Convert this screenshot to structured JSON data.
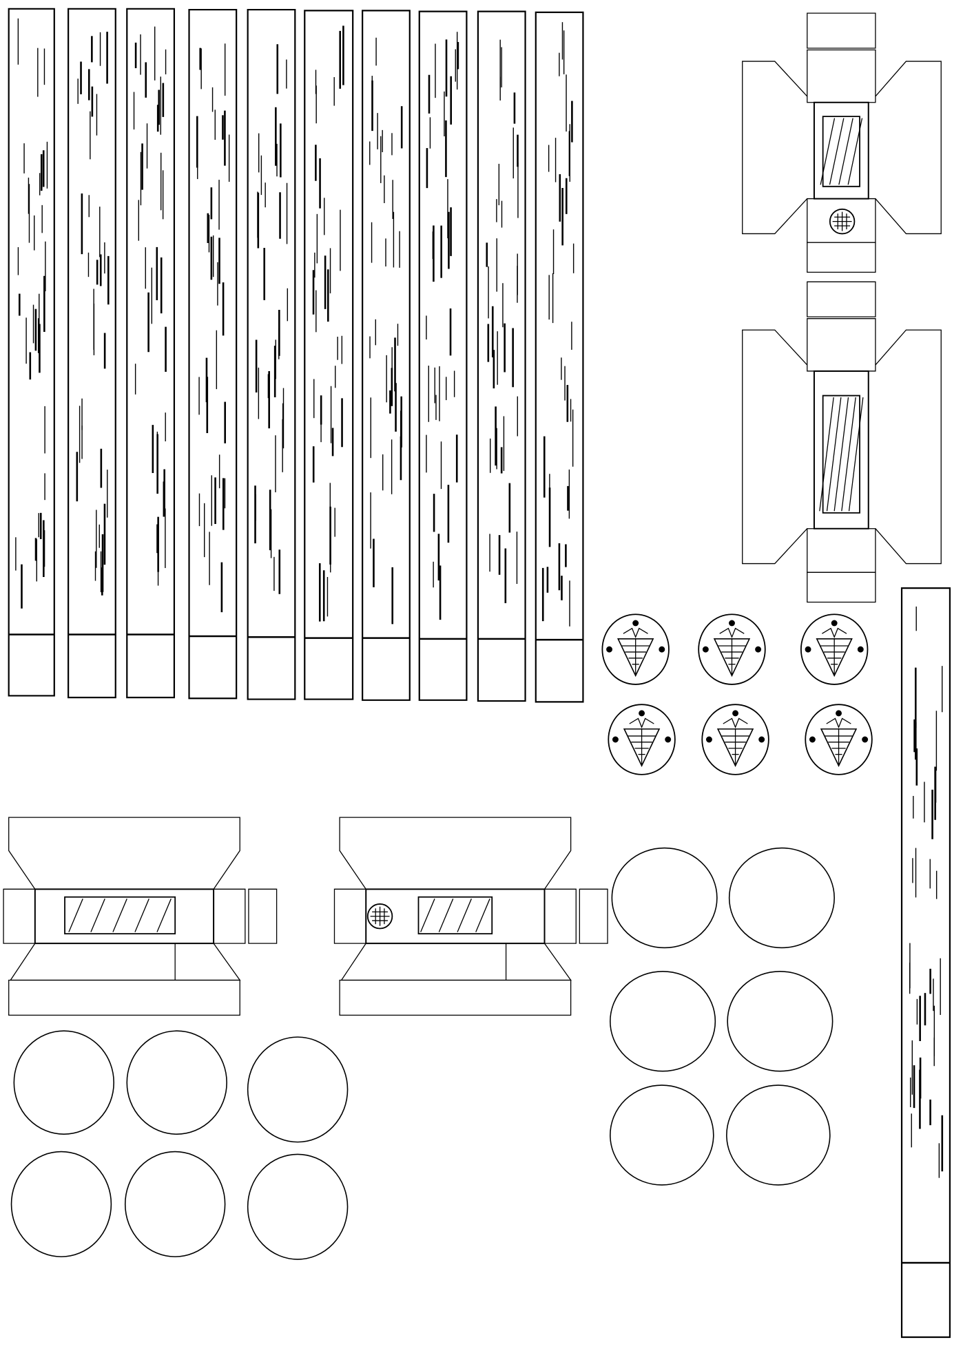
{
  "colors": {
    "line": "#000000",
    "background": "#ffffff"
  },
  "sheet": {
    "plank_count": 11,
    "emblem_count": 6,
    "round_disc_count": 12,
    "lantern_assembly_count": 4
  }
}
